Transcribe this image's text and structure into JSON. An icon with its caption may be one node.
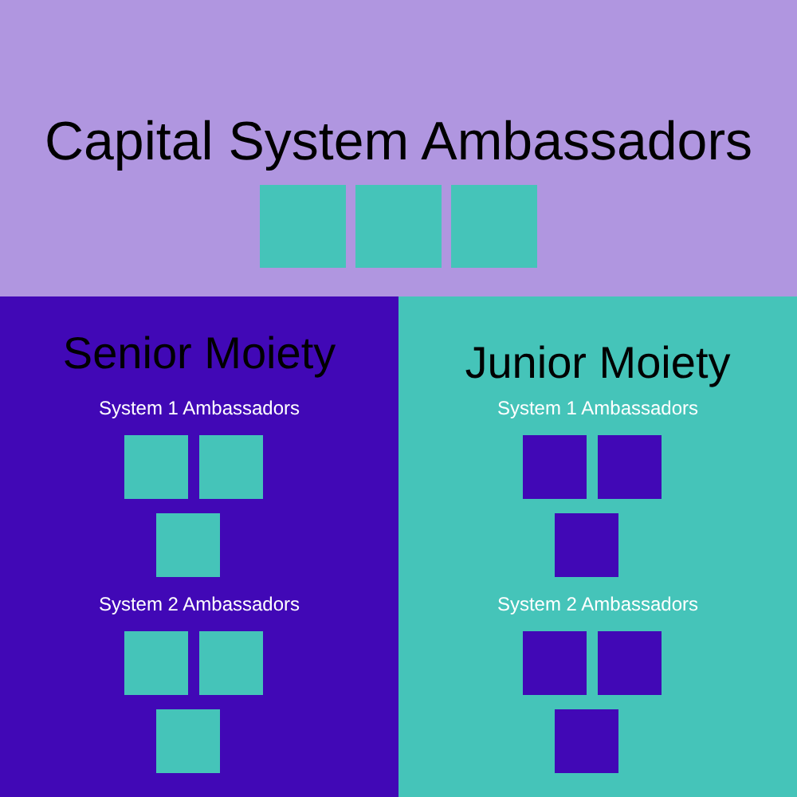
{
  "diagram": {
    "nodes": [
      {
        "text": [
          "Capital System Ambassadors"
        ]
      },
      {
        "text": [],
        "shape": "box",
        "in": 0
      },
      {
        "text": [],
        "shape": "box",
        "in": 0
      },
      {
        "text": [],
        "shape": "box",
        "in": 0
      },
      {
        "text": [
          "Senior Moiety",
          "System 1 Ambassadors",
          "System 2 Ambassadors"
        ]
      },
      {
        "text": [],
        "shape": "box",
        "in": 4
      },
      {
        "text": [],
        "shape": "box",
        "in": 4
      },
      {
        "text": [],
        "shape": "box",
        "in": 4
      },
      {
        "text": [],
        "shape": "box",
        "in": 4
      },
      {
        "text": [],
        "shape": "box",
        "in": 4
      },
      {
        "text": [],
        "shape": "box",
        "in": 4
      },
      {
        "text": [
          "Junior Moiety",
          "System 1 Ambassadors",
          "System 2 Ambassadors"
        ]
      },
      {
        "text": [],
        "shape": "box",
        "in": 11
      },
      {
        "text": [],
        "shape": "box",
        "in": 11
      },
      {
        "text": [],
        "shape": "box",
        "in": 11
      },
      {
        "text": [],
        "shape": "box",
        "in": 11
      },
      {
        "text": [],
        "shape": "box",
        "in": 11
      },
      {
        "text": [],
        "shape": "box",
        "in": 11
      }
    ],
    "edges": []
  }
}
